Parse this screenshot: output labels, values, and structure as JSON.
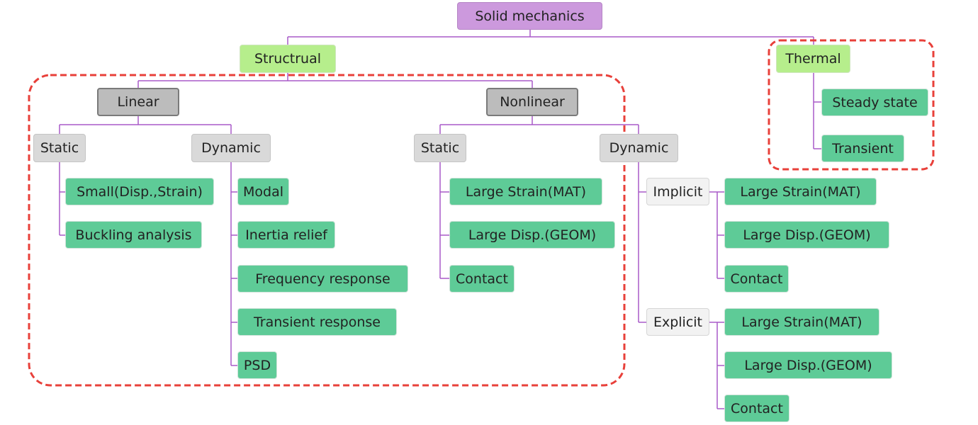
{
  "root": "Solid mechanics",
  "structural": "Structrual",
  "thermal": "Thermal",
  "thermal_items": [
    "Steady state",
    "Transient"
  ],
  "linear": "Linear",
  "nonlinear": "Nonlinear",
  "linear_static": "Static",
  "linear_static_items": [
    "Small(Disp.,Strain)",
    "Buckling analysis"
  ],
  "linear_dynamic": "Dynamic",
  "linear_dynamic_items": [
    "Modal",
    "Inertia relief",
    "Frequency response",
    "Transient response",
    "PSD"
  ],
  "nonlinear_static": "Static",
  "nonlinear_static_items": [
    "Large Strain(MAT)",
    "Large Disp.(GEOM)",
    "Contact"
  ],
  "nonlinear_dynamic": "Dynamic",
  "implicit": "Implicit",
  "implicit_items": [
    "Large Strain(MAT)",
    "Large Disp.(GEOM)",
    "Contact"
  ],
  "explicit": "Explicit",
  "explicit_items": [
    "Large Strain(MAT)",
    "Large Disp.(GEOM)",
    "Contact"
  ],
  "colors": {
    "connector": "#a95ac8",
    "highlight_border": "#e8403a",
    "root_fill": "#cc99dd",
    "level1_fill": "#b6ee8c",
    "level2_fill": "#bcbcbc",
    "category_fill": "#d9d9d9",
    "leaf_fill": "#5ecb97"
  }
}
